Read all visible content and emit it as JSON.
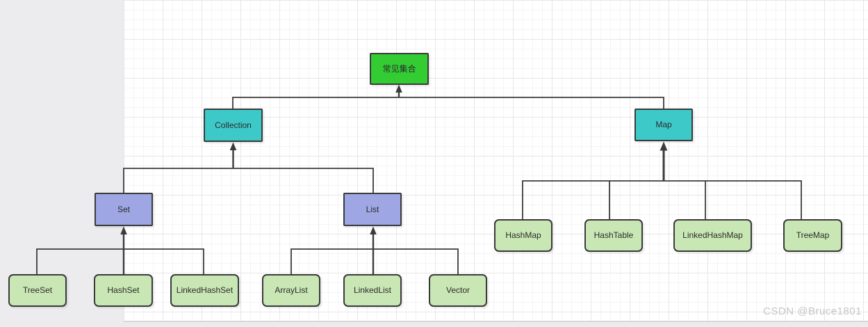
{
  "colors": {
    "root_fill": "#33cc33",
    "branch_fill": "#3ec9c9",
    "group_fill": "#9ea7e3",
    "leaf_fill": "#c9e7b4",
    "border": "#3a3a3a",
    "connector": "#3b3b3b",
    "canvas_bg": "#ffffff",
    "outside_bg": "#ececee",
    "watermark_color": "#c6c6c6"
  },
  "watermark": "CSDN @Bruce1801",
  "diagram": {
    "nodes": {
      "root": {
        "label": "常见集合"
      },
      "collection": {
        "label": "Collection"
      },
      "map": {
        "label": "Map"
      },
      "set": {
        "label": "Set"
      },
      "list": {
        "label": "List"
      },
      "treeset": {
        "label": "TreeSet"
      },
      "hashset": {
        "label": "HashSet"
      },
      "linkedhashset": {
        "label": "LinkedHashSet"
      },
      "arraylist": {
        "label": "ArrayList"
      },
      "linkedlist": {
        "label": "LinkedList"
      },
      "vector": {
        "label": "Vector"
      },
      "hashmap": {
        "label": "HashMap"
      },
      "hashtable": {
        "label": "HashTable"
      },
      "linkedhashmap": {
        "label": "LinkedHashMap"
      },
      "treemap": {
        "label": "TreeMap"
      }
    },
    "edges": [
      {
        "from": "Collection",
        "to": "常见集合",
        "arrow": true
      },
      {
        "from": "Map",
        "to": "常见集合",
        "arrow": true
      },
      {
        "from": "Set",
        "to": "Collection",
        "arrow": true
      },
      {
        "from": "List",
        "to": "Collection",
        "arrow": true
      },
      {
        "from": "TreeSet",
        "to": "Set",
        "arrow": false
      },
      {
        "from": "HashSet",
        "to": "Set",
        "arrow": false
      },
      {
        "from": "LinkedHashSet",
        "to": "Set",
        "arrow": false
      },
      {
        "from": "ArrayList",
        "to": "List",
        "arrow": false
      },
      {
        "from": "LinkedList",
        "to": "List",
        "arrow": false
      },
      {
        "from": "Vector",
        "to": "List",
        "arrow": false
      },
      {
        "from": "HashMap",
        "to": "Map",
        "arrow": false
      },
      {
        "from": "HashTable",
        "to": "Map",
        "arrow": false
      },
      {
        "from": "LinkedHashMap",
        "to": "Map",
        "arrow": false
      },
      {
        "from": "TreeMap",
        "to": "Map",
        "arrow": false
      }
    ]
  }
}
